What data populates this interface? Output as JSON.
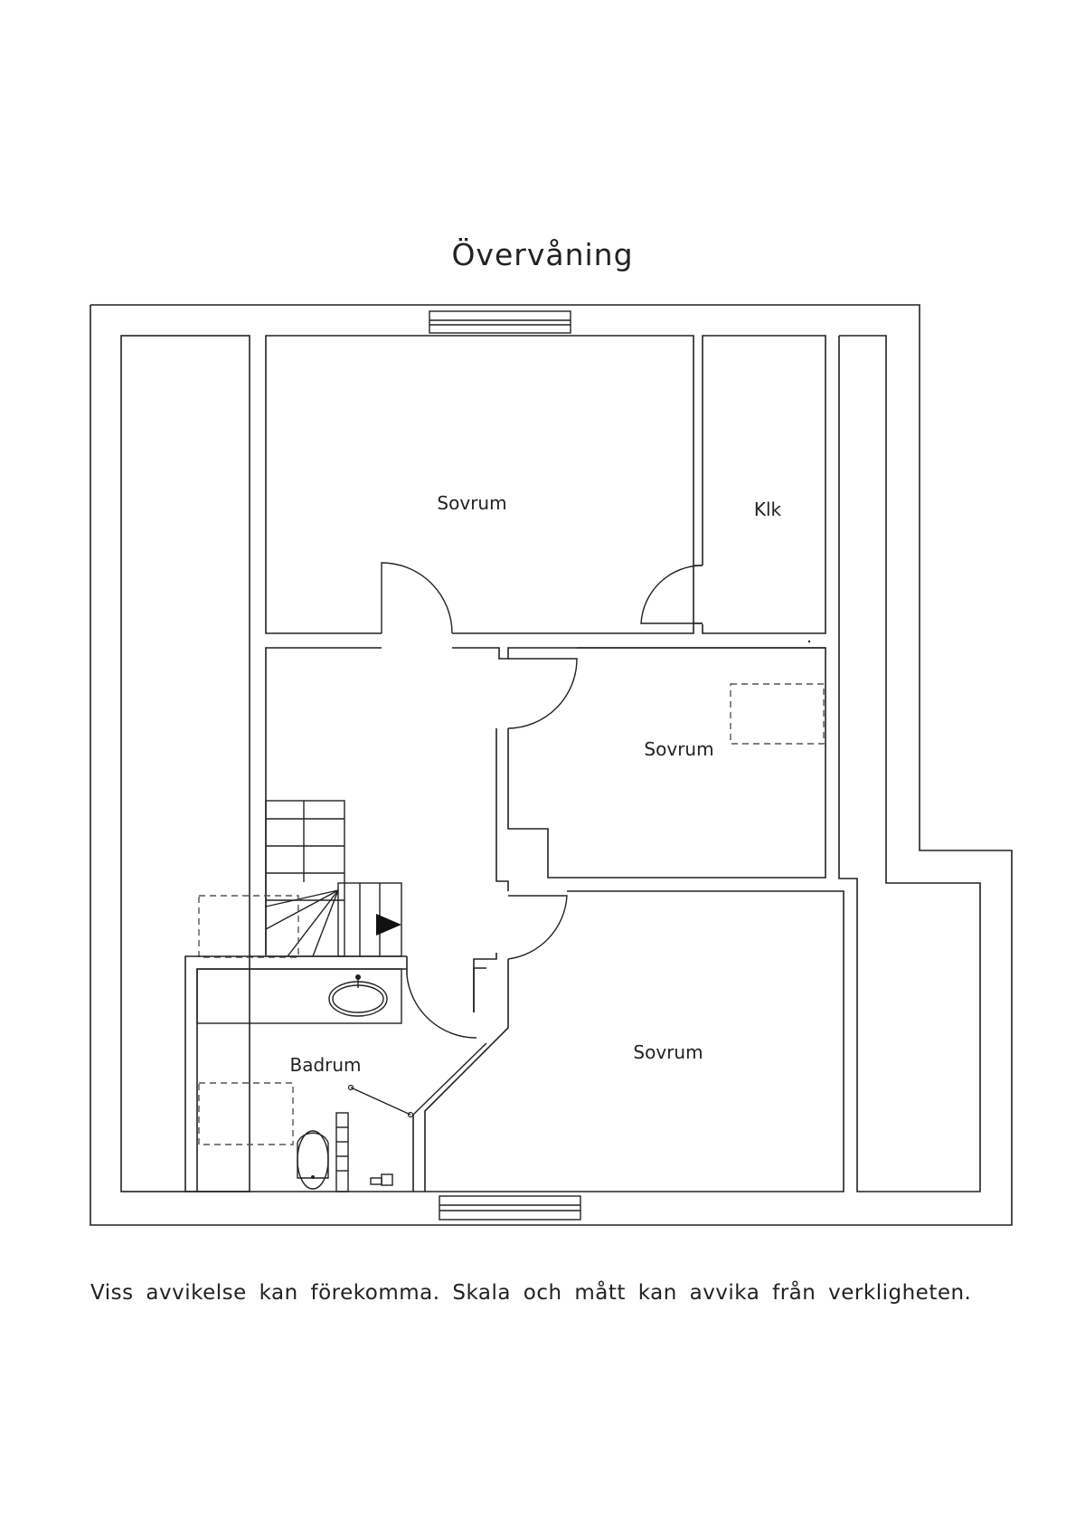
{
  "title": "Övervåning",
  "disclaimer": "Viss avvikelse kan förekomma. Skala och mått kan avvika från verkligheten.",
  "rooms": {
    "bedroom_top": "Sovrum",
    "closet": "Klk",
    "bedroom_middle": "Sovrum",
    "bedroom_bottom": "Sovrum",
    "bathroom": "Badrum"
  }
}
